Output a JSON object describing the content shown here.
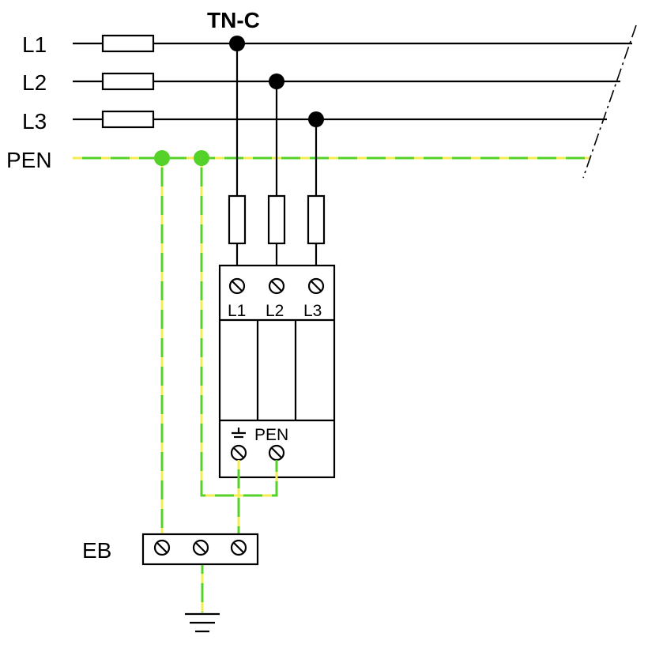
{
  "diagram": {
    "title": "TN-C",
    "lines": [
      "L1",
      "L2",
      "L3",
      "PEN"
    ],
    "device_terminals": [
      "L1",
      "L2",
      "L3"
    ],
    "device_pen_label": "PEN",
    "earth_bar_label": "EB"
  },
  "colors": {
    "conductor": "#000000",
    "pen_green": "#55d22a",
    "pen_yellow": "#f2ee52",
    "junction_phase": "#000000",
    "junction_pen": "#55d22a"
  }
}
